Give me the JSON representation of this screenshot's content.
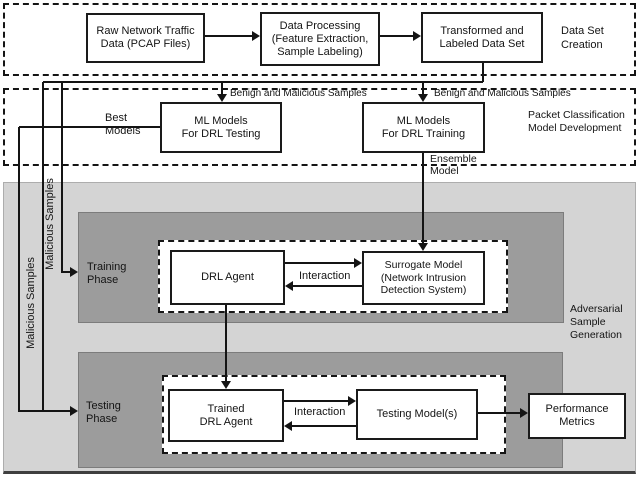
{
  "colors": {
    "section_background": "#d4d4d4",
    "phase_container_background": "#9c9c9c",
    "box_background": "#ffffff",
    "line_color": "#141414"
  },
  "sections": {
    "data_set_creation": {
      "label_line1": "Data Set",
      "label_line2": "Creation"
    },
    "packet_classification": {
      "label_line1": "Packet Classification",
      "label_line2": "Model Development"
    },
    "adversarial": {
      "label_line1": "Adversarial",
      "label_line2": "Sample",
      "label_line3": "Generation"
    }
  },
  "boxes": {
    "raw": {
      "line1": "Raw Network Traffic",
      "line2": "Data (PCAP Files)"
    },
    "processing": {
      "line1": "Data Processing",
      "line2": "(Feature Extraction,",
      "line3": "Sample Labeling)"
    },
    "transformed": {
      "line1": "Transformed and",
      "line2": "Labeled Data Set"
    },
    "ml_testing": {
      "line1": "ML Models",
      "line2": "For DRL Testing"
    },
    "ml_training": {
      "line1": "ML Models",
      "line2": "For DRL Training"
    },
    "drl_agent": {
      "line1": "DRL Agent"
    },
    "surrogate": {
      "line1": "Surrogate Model",
      "line2": "(Network Intrusion",
      "line3": "Detection System)"
    },
    "trained_agent": {
      "line1": "Trained",
      "line2": "DRL Agent"
    },
    "testing_models": {
      "line1": "Testing Model(s)"
    },
    "performance": {
      "line1": "Performance",
      "line2": "Metrics"
    }
  },
  "edge_labels": {
    "benign_left": "Benign and Malicious Samples",
    "benign_right": "Benign and Malicious Samples",
    "best_line1": "Best",
    "best_line2": "Models",
    "ensemble_line1": "Ensemble",
    "ensemble_line2": "Model",
    "malicious_upper": "Malicious Samples",
    "malicious_lower": "Malicious Samples",
    "interaction_training": "Interaction",
    "interaction_testing": "Interaction",
    "training_line1": "Training",
    "training_line2": "Phase",
    "testing_line1": "Testing",
    "testing_line2": "Phase"
  }
}
